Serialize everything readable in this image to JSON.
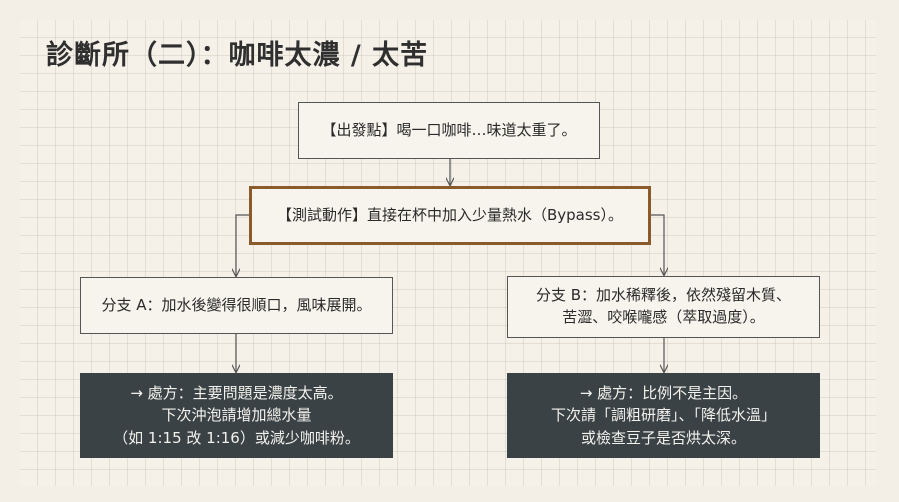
{
  "title": "診斷所（二）：咖啡太濃 / 太苦",
  "start": {
    "text": "【出發點】喝一口咖啡…味道太重了。"
  },
  "test": {
    "text": "【測試動作】直接在杯中加入少量熱水（Bypass）。"
  },
  "branch_a": {
    "lines": [
      "分支 A：加水後變得很順口，風味展開。"
    ]
  },
  "branch_b": {
    "lines": [
      "分支 B：加水稀釋後，依然殘留木質、",
      "苦澀、咬喉嚨感（萃取過度）。"
    ]
  },
  "rx_a": {
    "lines": [
      "→ 處方：主要問題是濃度太高。",
      "下次沖泡請增加總水量",
      "（如 1:15 改 1:16）或減少咖啡粉。"
    ]
  },
  "rx_b": {
    "lines": [
      "→ 處方：比例不是主因。",
      "下次請「調粗研磨」、「降低水溫」",
      "或檢查豆子是否烘太深。"
    ]
  },
  "colors": {
    "test_border": "#8a5a2a",
    "dark_box": "#3a4246",
    "grid_background": "#f5f1e8"
  }
}
